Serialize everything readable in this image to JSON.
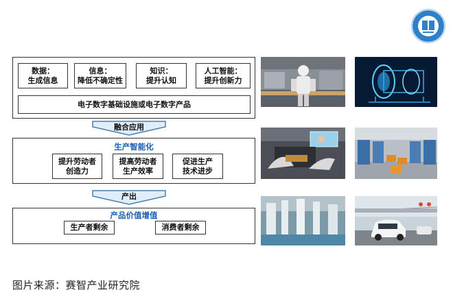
{
  "top_section": {
    "items": [
      {
        "line1": "数据：",
        "line2": "生成信息"
      },
      {
        "line1": "信息：",
        "line2": "降低不确定性"
      },
      {
        "line1": "知识：",
        "line2": "提升认知"
      },
      {
        "line1": "人工智能：",
        "line2": "提升创新力"
      }
    ],
    "base": "电子数字基础设施或电子数字产品"
  },
  "arrow1_label": "融合应用",
  "middle_section": {
    "title": "生产智能化",
    "items": [
      {
        "line1": "提升劳动者",
        "line2": "创造力"
      },
      {
        "line1": "提高劳动者",
        "line2": "生产效率"
      },
      {
        "line1": "促进生产",
        "line2": "技术进步"
      }
    ]
  },
  "arrow2_label": "产出",
  "bottom_section": {
    "title": "产品价值增值",
    "items": [
      "生产者剩余",
      "消费者剩余"
    ]
  },
  "source": "图片来源：赛智产业研究院",
  "colors": {
    "accent": "#1a5fb4",
    "arrow_fill": "#dfeefa",
    "arrow_stroke": "#4a7fb0"
  }
}
